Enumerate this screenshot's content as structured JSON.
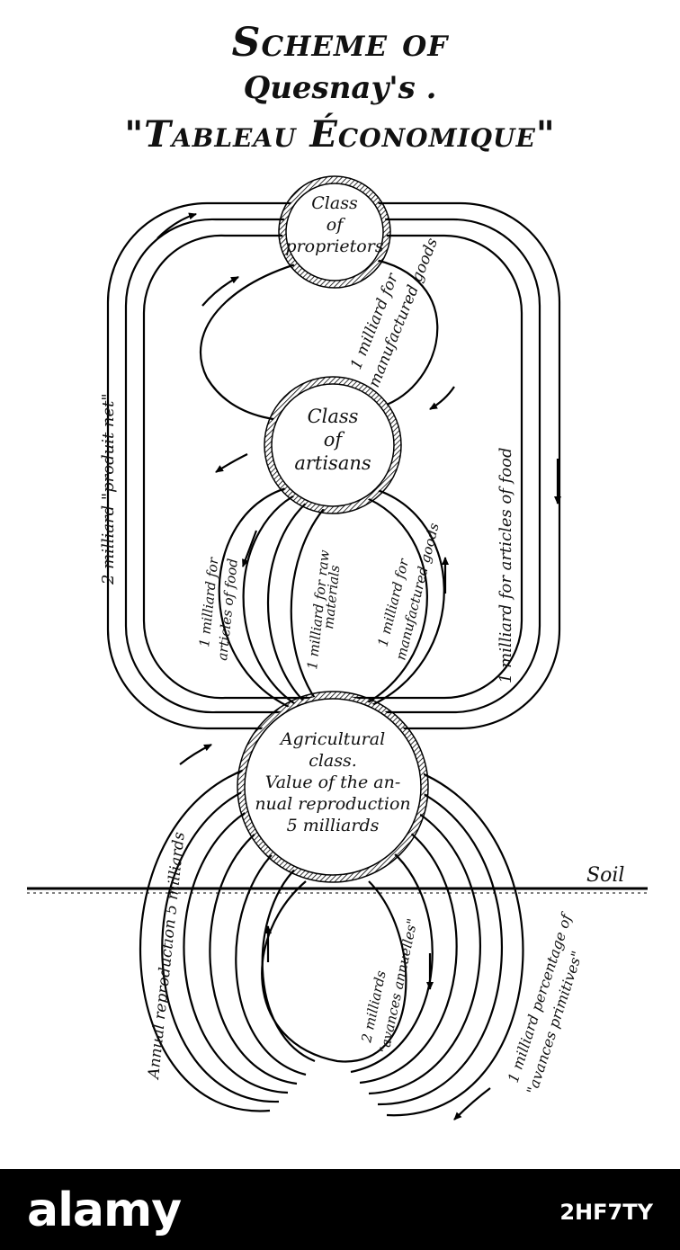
{
  "title": {
    "line1": "Scheme of",
    "line2": "Quesnay's .",
    "line3": "\"Tableau Économique\""
  },
  "circles": {
    "proprietors": [
      "Class",
      "of",
      "proprietors"
    ],
    "artisans": [
      "Class",
      "of",
      "artisans"
    ],
    "agricultural": [
      "Agricultural",
      "class.",
      "Value of the an-",
      "nual reproduction",
      "5 milliards"
    ]
  },
  "labels": {
    "produit_net": "2 milliard \"produit net\"",
    "manufactured_top_1": "1 milliard for",
    "manufactured_top_2": "manufactured goods",
    "food_right": "1 milliard for articles of food",
    "food_artisans_1": "1 milliard for",
    "food_artisans_2": "articles of food",
    "raw_1": "1 milliard for raw",
    "raw_2": "materials",
    "manuf_mid_1": "1 milliard for",
    "manuf_mid_2": "manufactured goods",
    "annual_reproduction": "Annual reproduction 5 milliards",
    "soil": "Soil",
    "avances_annuelles_1": "2 milliards",
    "avances_annuelles_2": "\"avances annuelles\"",
    "primitives_1": "1 milliard percentage of",
    "primitives_2": "\"avances primitives\""
  },
  "footer": {
    "brand": "alamy",
    "image_id": "2HF7TY"
  }
}
